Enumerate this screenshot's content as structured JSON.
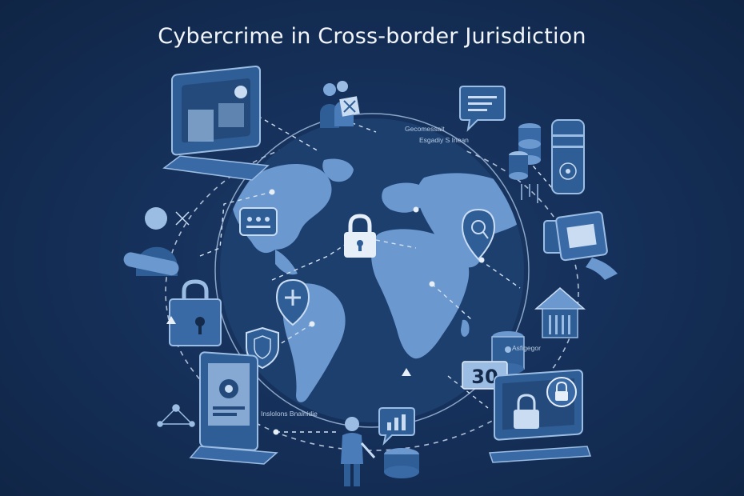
{
  "title": "Cybercrime in Cross-border Jurisdiction",
  "labels": {
    "top_right_1": "Gecomessait",
    "top_right_2": "Esgadiy S Inean",
    "mid_right": "Asfigegor",
    "bottom_left": "Inslolons Bnalnidie",
    "server_counter": "30"
  },
  "colors": {
    "background": "#132a4a",
    "globe_ocean": "#1c3f6e",
    "land": "#6a98cf",
    "icon_fill": "#2f5d95",
    "icon_light": "#9cbde3",
    "dashed_line": "#c9d8ea"
  },
  "icons": [
    "laptop-icon",
    "people-icon",
    "chat-bubble-icon",
    "database-icon",
    "server-icon",
    "user-with-scroll-icon",
    "padlock-icon",
    "shield-icon",
    "tablet-icon",
    "house-icon",
    "location-pin-icon",
    "monitor-lock-icon",
    "person-icon",
    "chart-bubble-icon"
  ]
}
